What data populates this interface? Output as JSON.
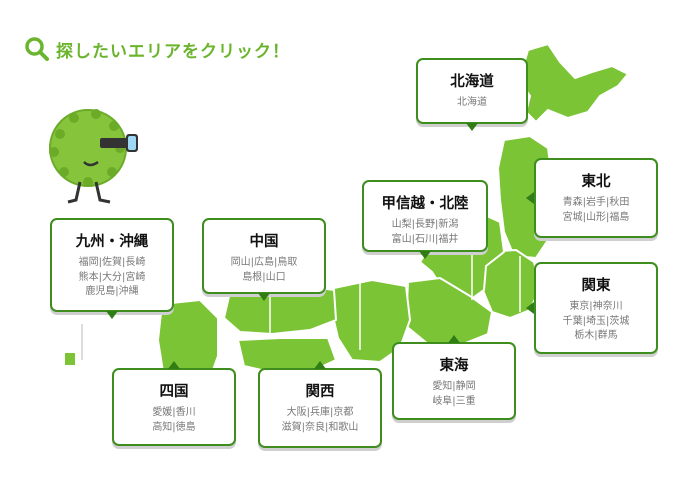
{
  "header": {
    "title": "探したいエリアをクリック！",
    "icon": "search-icon"
  },
  "colors": {
    "accent": "#6ab52d",
    "map_green": "#7bc435",
    "border": "#3e8e1f"
  },
  "regions": [
    {
      "id": "hokkaido",
      "name": "北海道",
      "prefs": "北海道"
    },
    {
      "id": "tohoku",
      "name": "東北",
      "prefs": "青森|岩手|秋田\n宮城|山形|福島"
    },
    {
      "id": "koshinetsu-hokuriku",
      "name": "甲信越・北陸",
      "prefs": "山梨|長野|新潟\n富山|石川|福井"
    },
    {
      "id": "kanto",
      "name": "関東",
      "prefs": "東京|神奈川\n千葉|埼玉|茨城\n栃木|群馬"
    },
    {
      "id": "kyushu-okinawa",
      "name": "九州・沖縄",
      "prefs": "福岡|佐賀|長崎\n熊本|大分|宮崎\n鹿児島|沖縄"
    },
    {
      "id": "chugoku",
      "name": "中国",
      "prefs": "岡山|広島|鳥取\n島根|山口"
    },
    {
      "id": "tokai",
      "name": "東海",
      "prefs": "愛知|静岡\n岐阜|三重"
    },
    {
      "id": "shikoku",
      "name": "四国",
      "prefs": "愛媛|香川\n高知|徳島"
    },
    {
      "id": "kansai",
      "name": "関西",
      "prefs": "大阪|兵庫|京都\n滋賀|奈良|和歌山"
    }
  ]
}
